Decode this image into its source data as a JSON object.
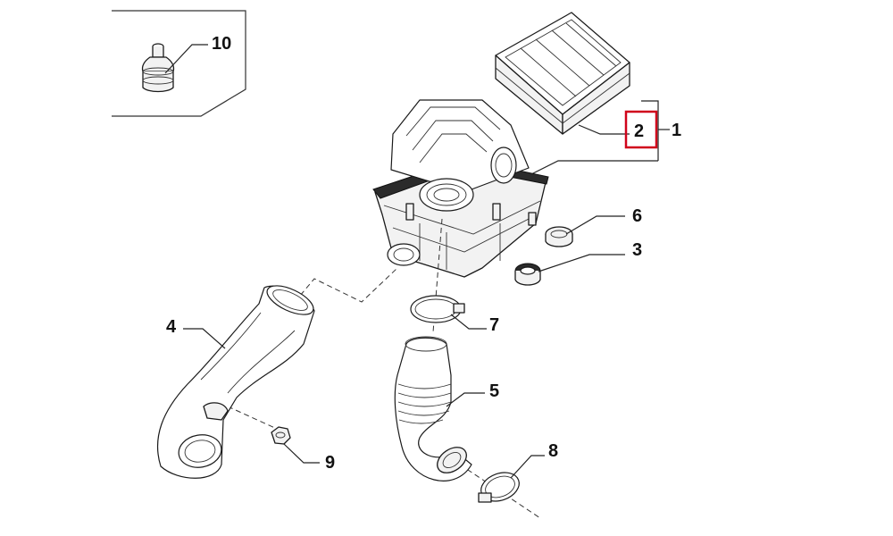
{
  "labels": {
    "p1": "1",
    "p2": "2",
    "p3": "3",
    "p4": "4",
    "p5": "5",
    "p6": "6",
    "p7": "7",
    "p8": "8",
    "p9": "9",
    "p10": "10"
  },
  "highlight": {
    "part": "2",
    "color": "#d0021b"
  },
  "colors": {
    "line": "#1a1a1a",
    "background": "#ffffff"
  }
}
